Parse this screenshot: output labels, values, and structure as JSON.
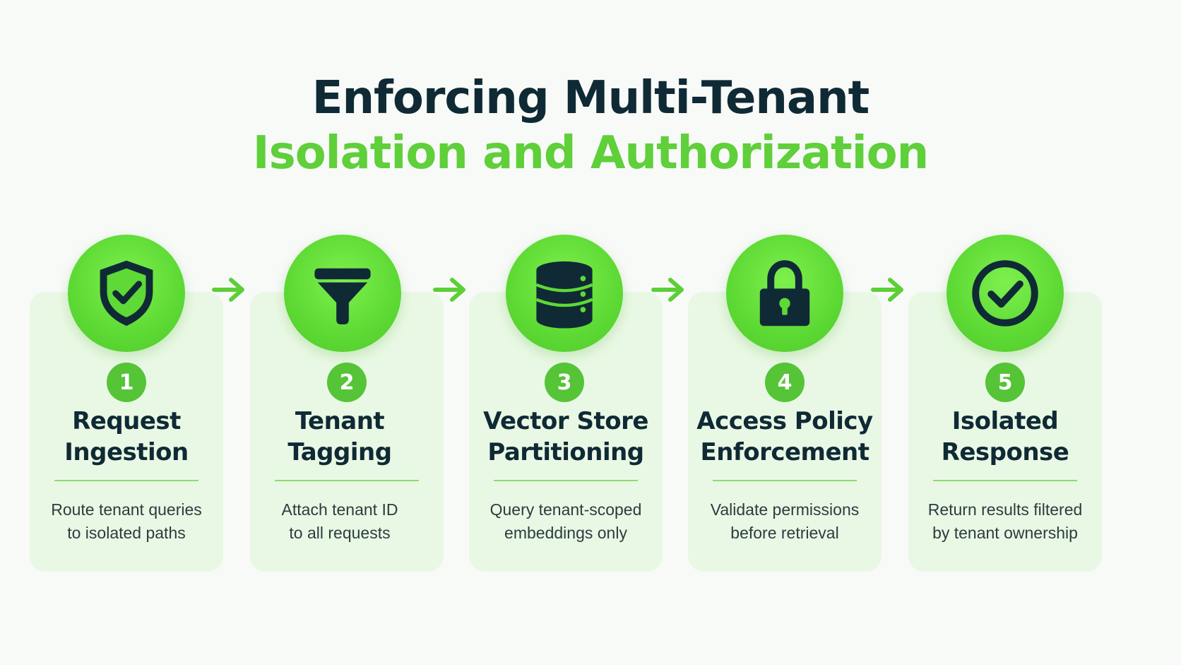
{
  "title": {
    "line1": "Enforcing Multi-Tenant",
    "line2": "Isolation and Authorization"
  },
  "colors": {
    "accent_green": "#5fcf3a",
    "dark_navy": "#0f2a35",
    "card_bg": "#e9f8e4",
    "badge_green": "#55c437"
  },
  "steps": [
    {
      "number": "1",
      "icon": "shield-check-icon",
      "title_line1": "Request",
      "title_line2": "Ingestion",
      "desc_line1": "Route tenant queries",
      "desc_line2": "to isolated paths"
    },
    {
      "number": "2",
      "icon": "funnel-icon",
      "title_line1": "Tenant",
      "title_line2": "Tagging",
      "desc_line1": "Attach tenant ID",
      "desc_line2": "to all requests"
    },
    {
      "number": "3",
      "icon": "database-icon",
      "title_line1": "Vector Store",
      "title_line2": "Partitioning",
      "desc_line1": "Query tenant-scoped",
      "desc_line2": "embeddings only"
    },
    {
      "number": "4",
      "icon": "padlock-icon",
      "title_line1": "Access Policy",
      "title_line2": "Enforcement",
      "desc_line1": "Validate permissions",
      "desc_line2": "before retrieval"
    },
    {
      "number": "5",
      "icon": "check-circle-icon",
      "title_line1": "Isolated",
      "title_line2": "Response",
      "desc_line1": "Return results filtered",
      "desc_line2": "by tenant ownership"
    }
  ]
}
